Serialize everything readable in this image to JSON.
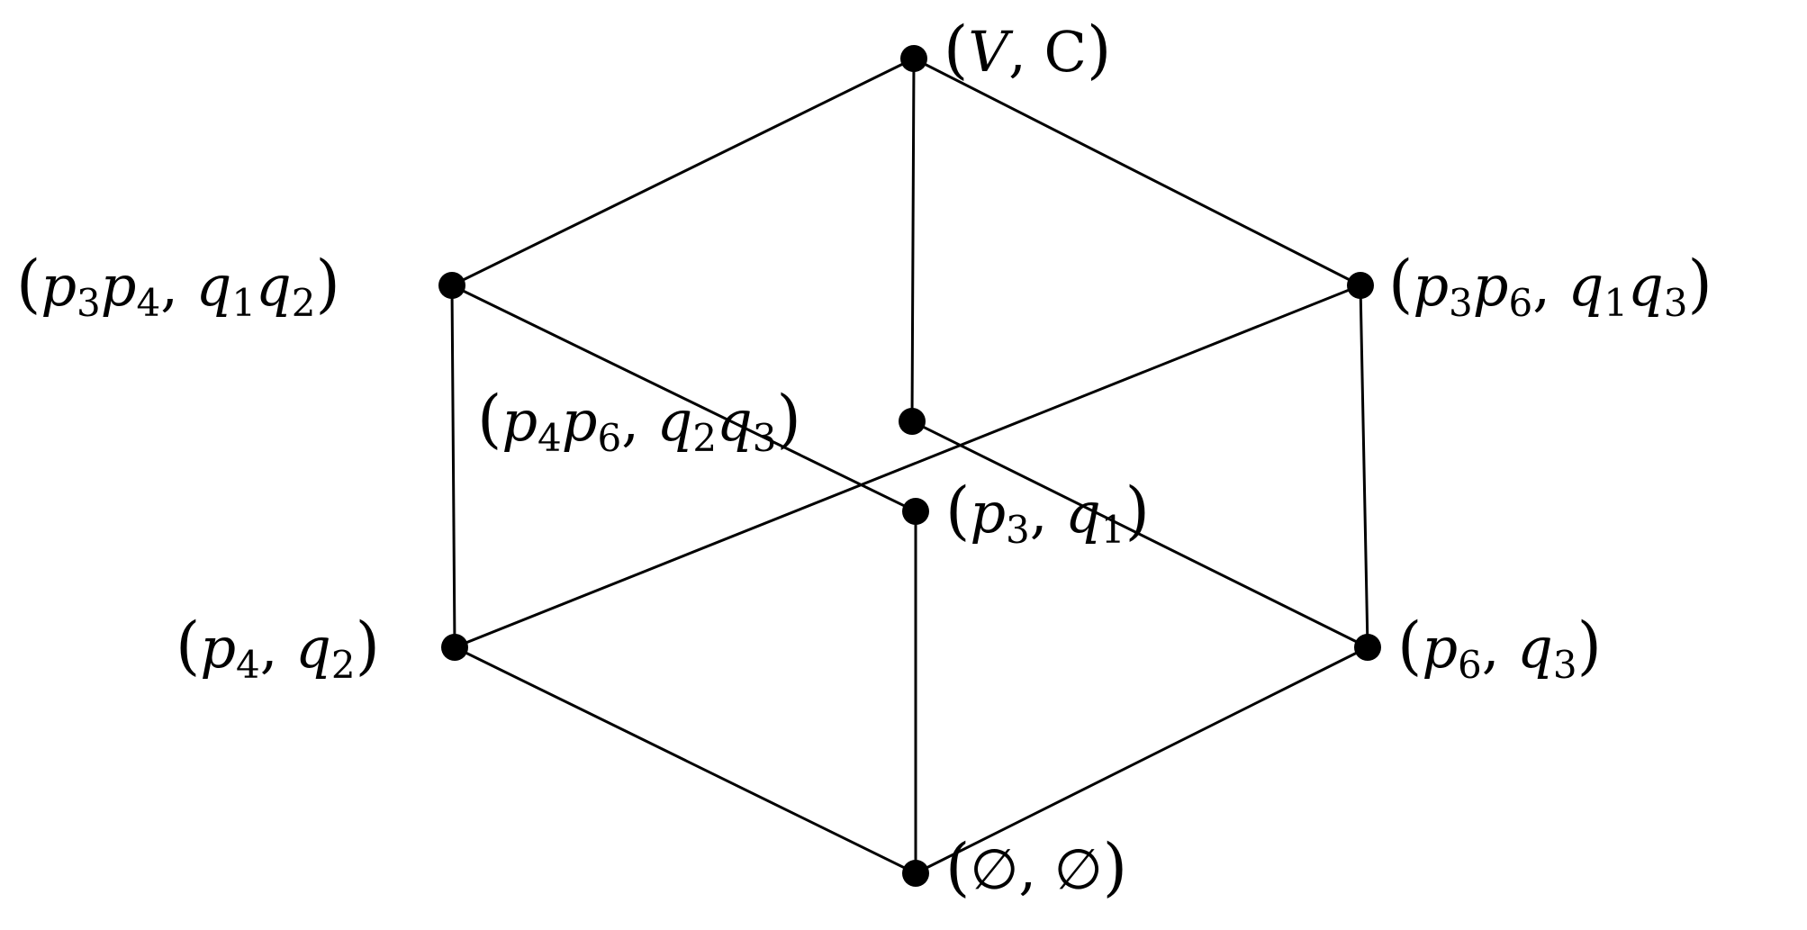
{
  "diagram": {
    "nodes": [
      {
        "id": "top",
        "label": [
          "(",
          {
            "v": "V"
          },
          ", ",
          {
            "u": "C"
          },
          ")"
        ]
      },
      {
        "id": "upper-left",
        "label": [
          "(",
          {
            "v": "p",
            "s": "3"
          },
          {
            "v": "p",
            "s": "4"
          },
          ", ",
          {
            "v": "q",
            "s": "1"
          },
          {
            "v": "q",
            "s": "2"
          },
          ")"
        ]
      },
      {
        "id": "upper-right",
        "label": [
          "(",
          {
            "v": "p",
            "s": "3"
          },
          {
            "v": "p",
            "s": "6"
          },
          ", ",
          {
            "v": "q",
            "s": "1"
          },
          {
            "v": "q",
            "s": "3"
          },
          ")"
        ]
      },
      {
        "id": "center-upper",
        "label": [
          "(",
          {
            "v": "p",
            "s": "4"
          },
          {
            "v": "p",
            "s": "6"
          },
          ", ",
          {
            "v": "q",
            "s": "2"
          },
          {
            "v": "q",
            "s": "3"
          },
          ")"
        ]
      },
      {
        "id": "center-lower",
        "label": [
          "(",
          {
            "v": "p",
            "s": "3"
          },
          ", ",
          {
            "v": "q",
            "s": "1"
          },
          ")"
        ]
      },
      {
        "id": "lower-left",
        "label": [
          "(",
          {
            "v": "p",
            "s": "4"
          },
          ", ",
          {
            "v": "q",
            "s": "2"
          },
          ")"
        ]
      },
      {
        "id": "lower-right",
        "label": [
          "(",
          {
            "v": "p",
            "s": "6"
          },
          ", ",
          {
            "v": "q",
            "s": "3"
          },
          ")"
        ]
      },
      {
        "id": "bottom",
        "label": [
          "(",
          {
            "u": "∅"
          },
          ", ",
          {
            "u": "∅"
          },
          ")"
        ]
      }
    ],
    "edges": [
      [
        "top",
        "upper-left"
      ],
      [
        "top",
        "upper-right"
      ],
      [
        "top",
        "center-upper"
      ],
      [
        "upper-left",
        "lower-left"
      ],
      [
        "upper-left",
        "center-lower"
      ],
      [
        "upper-right",
        "lower-right"
      ],
      [
        "upper-right",
        "lower-left"
      ],
      [
        "center-upper",
        "lower-right"
      ],
      [
        "center-lower",
        "bottom"
      ],
      [
        "lower-left",
        "bottom"
      ],
      [
        "lower-right",
        "bottom"
      ]
    ]
  }
}
